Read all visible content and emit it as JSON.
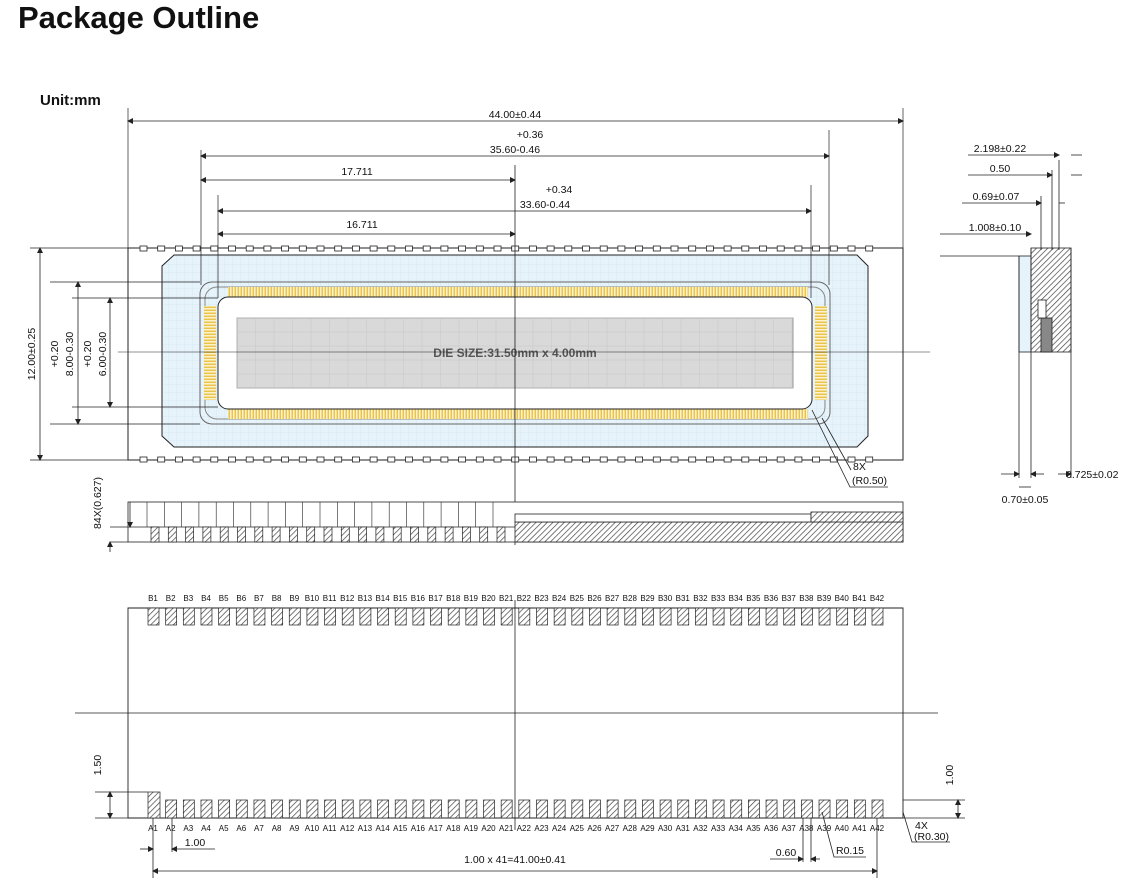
{
  "page": {
    "title": "Package Outline",
    "unit": "Unit:mm"
  },
  "top_view": {
    "dim_width": "44.00±0.44",
    "dim_inner_tol": "+0.36",
    "dim_inner": "35.60-0.46",
    "dim_half_outer": "17.711",
    "dim_pad_tol": "+0.34",
    "dim_pad": "33.60-0.44",
    "dim_half_inner": "16.711",
    "dim_height": "12.00±0.25",
    "dim_h8_tol": "+0.20",
    "dim_h8": "8.00-0.30",
    "dim_h6_tol": "+0.20",
    "dim_h6": "6.00-0.30",
    "die_label": "DIE SIZE:31.50mm x 4.00mm",
    "corner_count": "8X",
    "corner_radius": "(R0.50)"
  },
  "side_view": {
    "dim_2198": "2.198±0.22",
    "dim_050": "0.50",
    "dim_069": "0.69±0.07",
    "dim_1008": "1.008±0.10",
    "dim_0725": "0.725±0.02",
    "dim_070": "0.70±0.05"
  },
  "front_view": {
    "dim_lead": "84X(0.627)"
  },
  "pin_view": {
    "b_pins": [
      "B1",
      "B2",
      "B3",
      "B4",
      "B5",
      "B6",
      "B7",
      "B8",
      "B9",
      "B10",
      "B11",
      "B12",
      "B13",
      "B14",
      "B15",
      "B16",
      "B17",
      "B18",
      "B19",
      "B20",
      "B21",
      "B22",
      "B23",
      "B24",
      "B25",
      "B26",
      "B27",
      "B28",
      "B29",
      "B30",
      "B31",
      "B32",
      "B33",
      "B34",
      "B35",
      "B36",
      "B37",
      "B38",
      "B39",
      "B40",
      "B41",
      "B42"
    ],
    "a_pins": [
      "A1",
      "A2",
      "A3",
      "A4",
      "A5",
      "A6",
      "A7",
      "A8",
      "A9",
      "A10",
      "A11",
      "A12",
      "A13",
      "A14",
      "A15",
      "A16",
      "A17",
      "A18",
      "A19",
      "A20",
      "A21",
      "A22",
      "A23",
      "A24",
      "A25",
      "A26",
      "A27",
      "A28",
      "A29",
      "A30",
      "A31",
      "A32",
      "A33",
      "A34",
      "A35",
      "A36",
      "A37",
      "A38",
      "A39",
      "A40",
      "A41",
      "A42"
    ],
    "dim_150": "1.50",
    "dim_100_right": "1.00",
    "corner_count": "4X",
    "corner_radius": "(R0.30)",
    "dim_pitch": "1.00",
    "dim_total": "1.00 x 41=41.00±0.41",
    "dim_060": "0.60",
    "dim_r015": "R0.15"
  },
  "colors": {
    "line": "#222222",
    "package_fill": "#e6f3fa",
    "die_fill": "#d9d9d9",
    "pad_fill": "#f2df8a",
    "pin_hatch": "#555555"
  }
}
